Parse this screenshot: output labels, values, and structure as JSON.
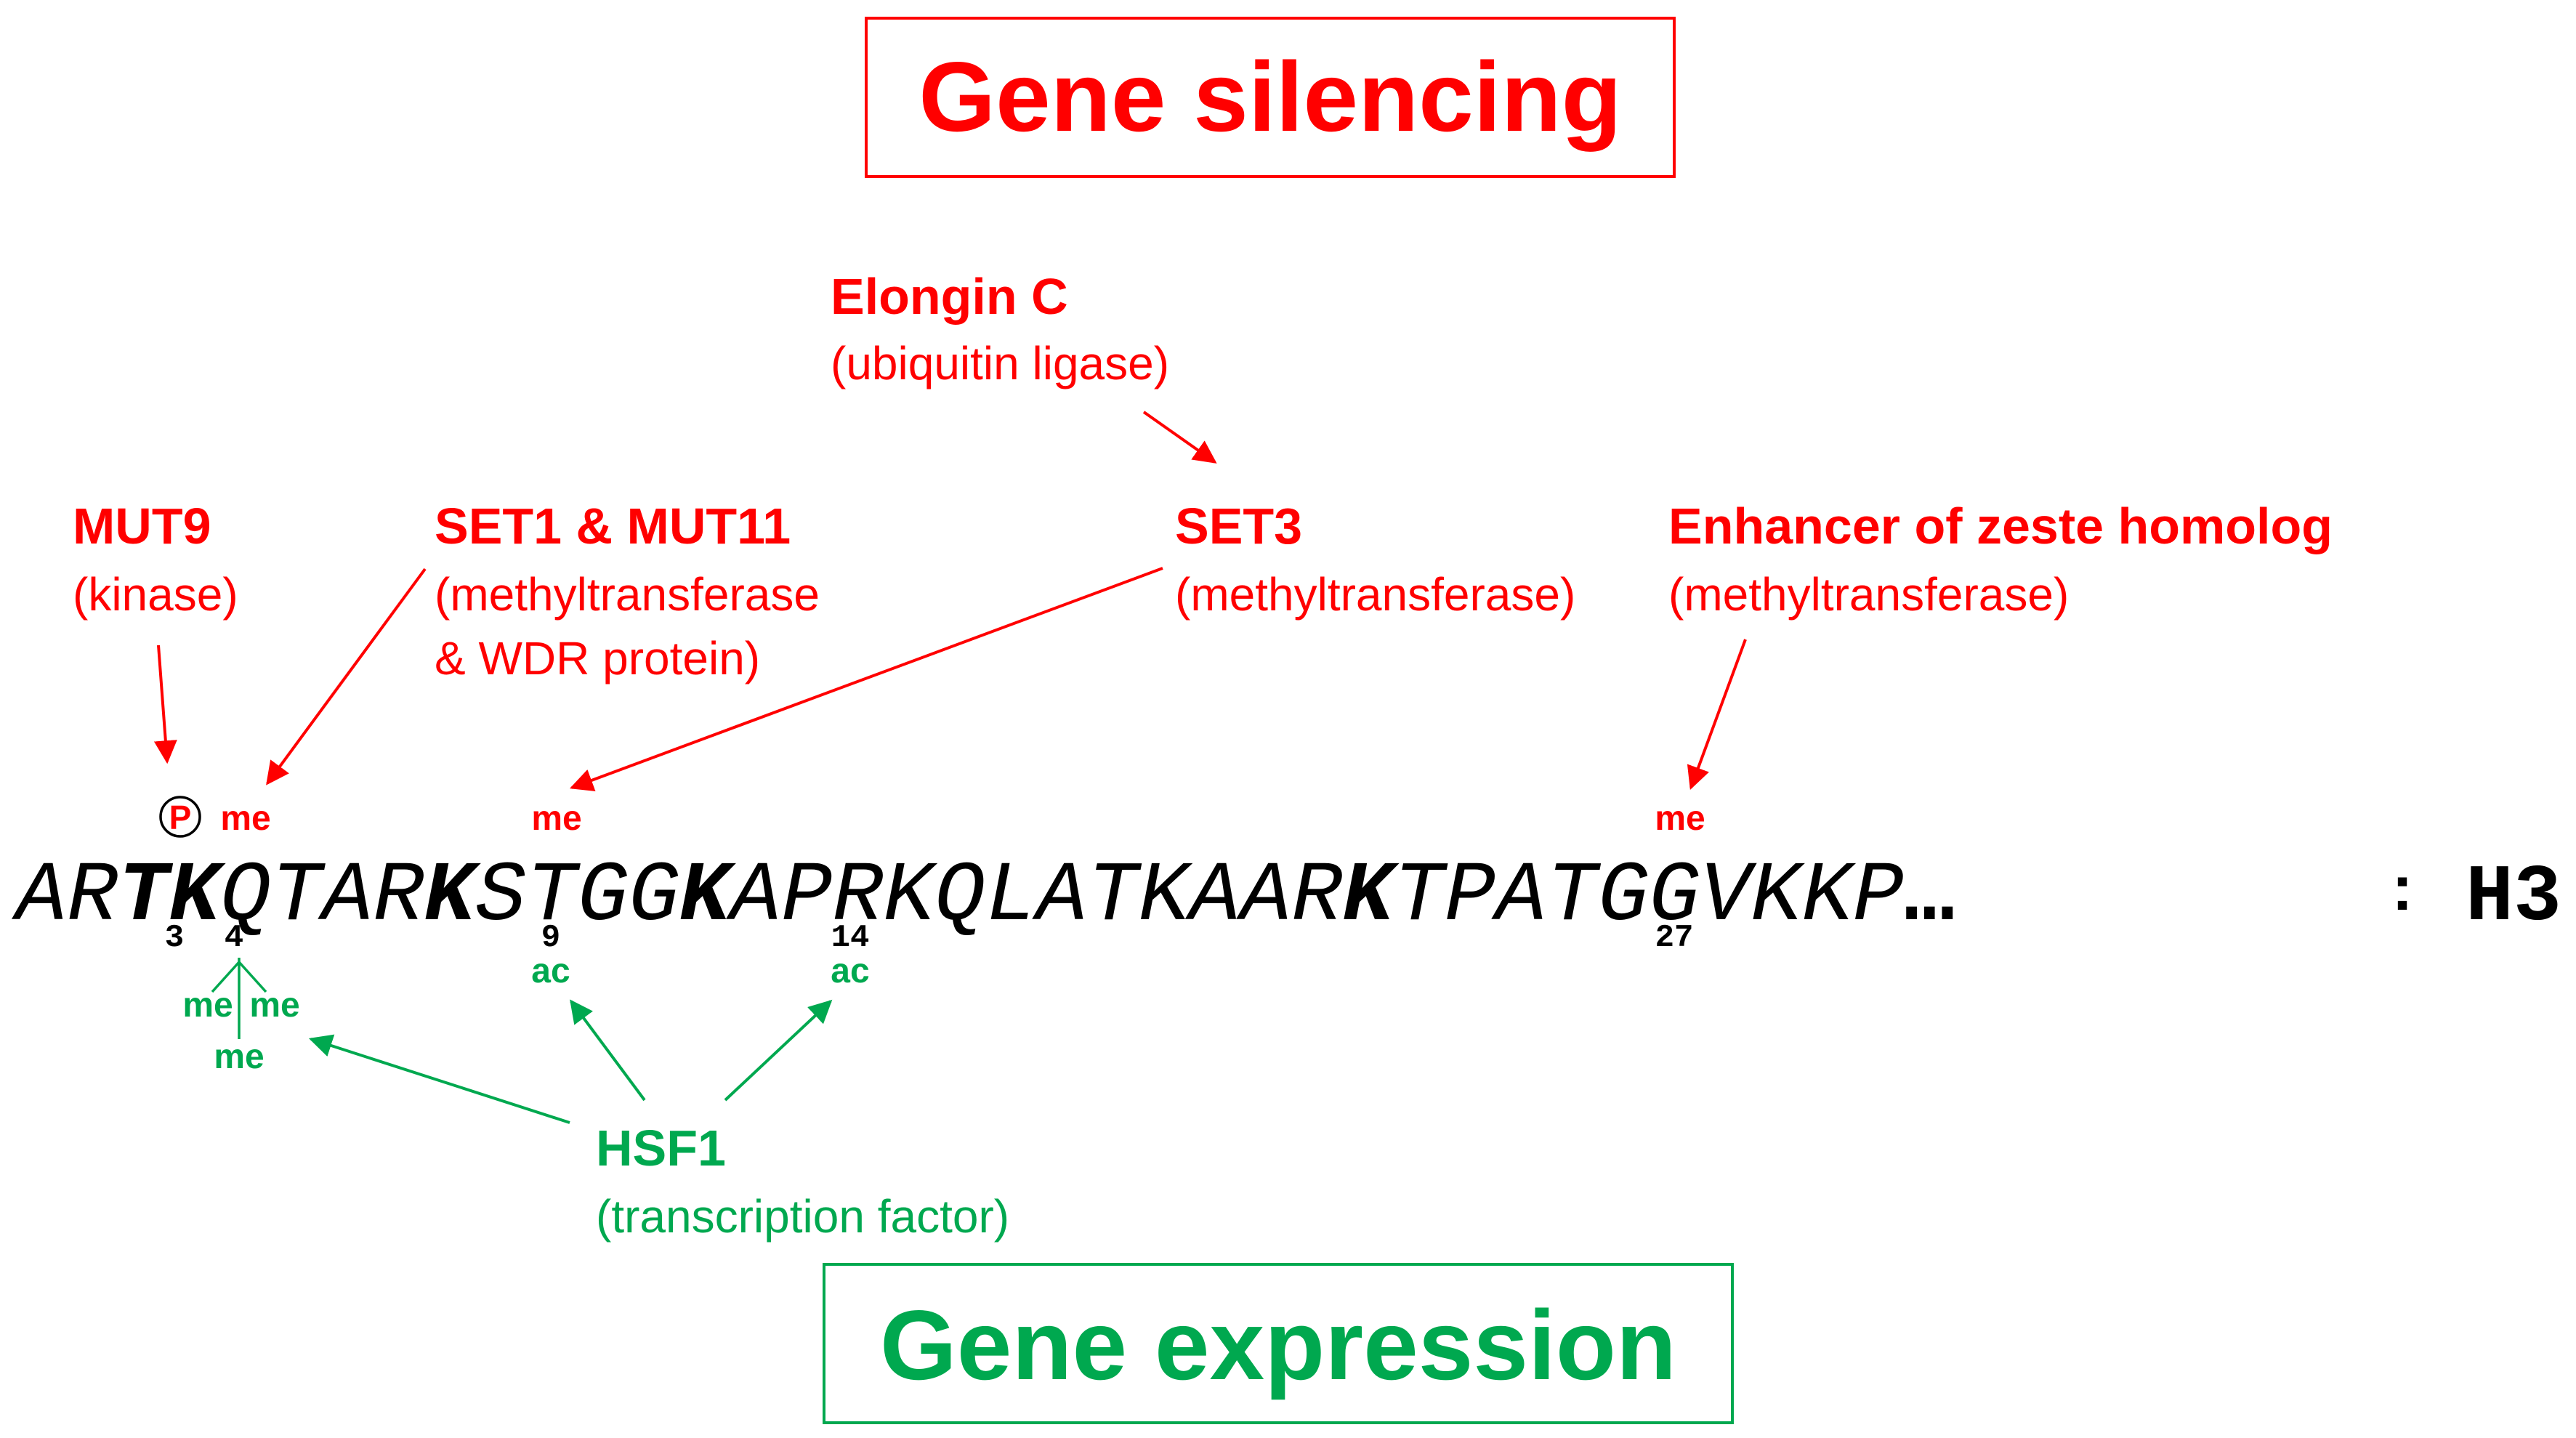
{
  "colors": {
    "silencing": "#ff0000",
    "expression": "#00a84f",
    "sequence": "#000000"
  },
  "silencing_box": {
    "label": "Gene silencing"
  },
  "expression_box": {
    "label": "Gene expression"
  },
  "enzymes": {
    "elongin": {
      "name": "Elongin C",
      "role": "(ubiquitin ligase)"
    },
    "mut9": {
      "name": "MUT9",
      "role": "(kinase)"
    },
    "set1": {
      "name": "SET1 & MUT11",
      "role_line1": "(methyltransferase",
      "role_line2": "& WDR protein)"
    },
    "set3": {
      "name": "SET3",
      "role": "(methyltransferase)"
    },
    "ezh": {
      "name": "Enhancer of zeste homolog",
      "role": "(methyltransferase)"
    },
    "hsf1": {
      "name": "HSF1",
      "role": "(transcription factor)"
    }
  },
  "sequence": {
    "seg1": "AR",
    "seg2": "TK",
    "seg3": "QTAR",
    "seg4": "K",
    "seg5": "STGG",
    "seg6": "K",
    "seg7": "APRKQLATKAAR",
    "seg8": "K",
    "seg9": "TPATGGVKKP",
    "ellipsis": "…",
    "colon": ":",
    "histone": "H3"
  },
  "positions": {
    "t3": "3",
    "k4": "4",
    "k9": "9",
    "k14": "14",
    "k27": "27"
  },
  "marks": {
    "phospho": "P",
    "k4_me_red": "me",
    "k9_me_red": "me",
    "k27_me_red": "me",
    "k4_me_left": "me",
    "k4_me_right": "me",
    "k4_me_bottom": "me",
    "k9_ac": "ac",
    "k14_ac": "ac"
  }
}
